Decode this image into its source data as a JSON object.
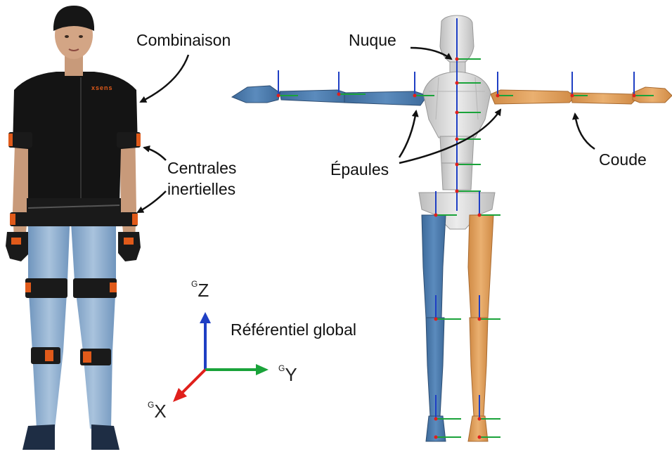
{
  "labels": {
    "suit": "Combinaison",
    "sensors_line1": "Centrales",
    "sensors_line2": "inertielles",
    "neck": "Nuque",
    "shoulders": "Épaules",
    "elbow": "Coude",
    "frame_title": "Référentiel global"
  },
  "axes": {
    "z": {
      "sup": "G",
      "letter": "Z"
    },
    "y": {
      "sup": "G",
      "letter": "Y"
    },
    "x": {
      "sup": "G",
      "letter": "X"
    }
  },
  "suit_brand": "xsens",
  "colors": {
    "axis_z": "#1f3fc4",
    "axis_y": "#1aa33a",
    "axis_x": "#e0201c",
    "segment_left": "#4a78a8",
    "segment_right": "#e0a060",
    "segment_center": "#d4d4d4",
    "sensor_strap": "#1a1a1a",
    "sensor_accent": "#e05a1a",
    "shirt": "#141414",
    "jeans": "#8fb0d0"
  }
}
